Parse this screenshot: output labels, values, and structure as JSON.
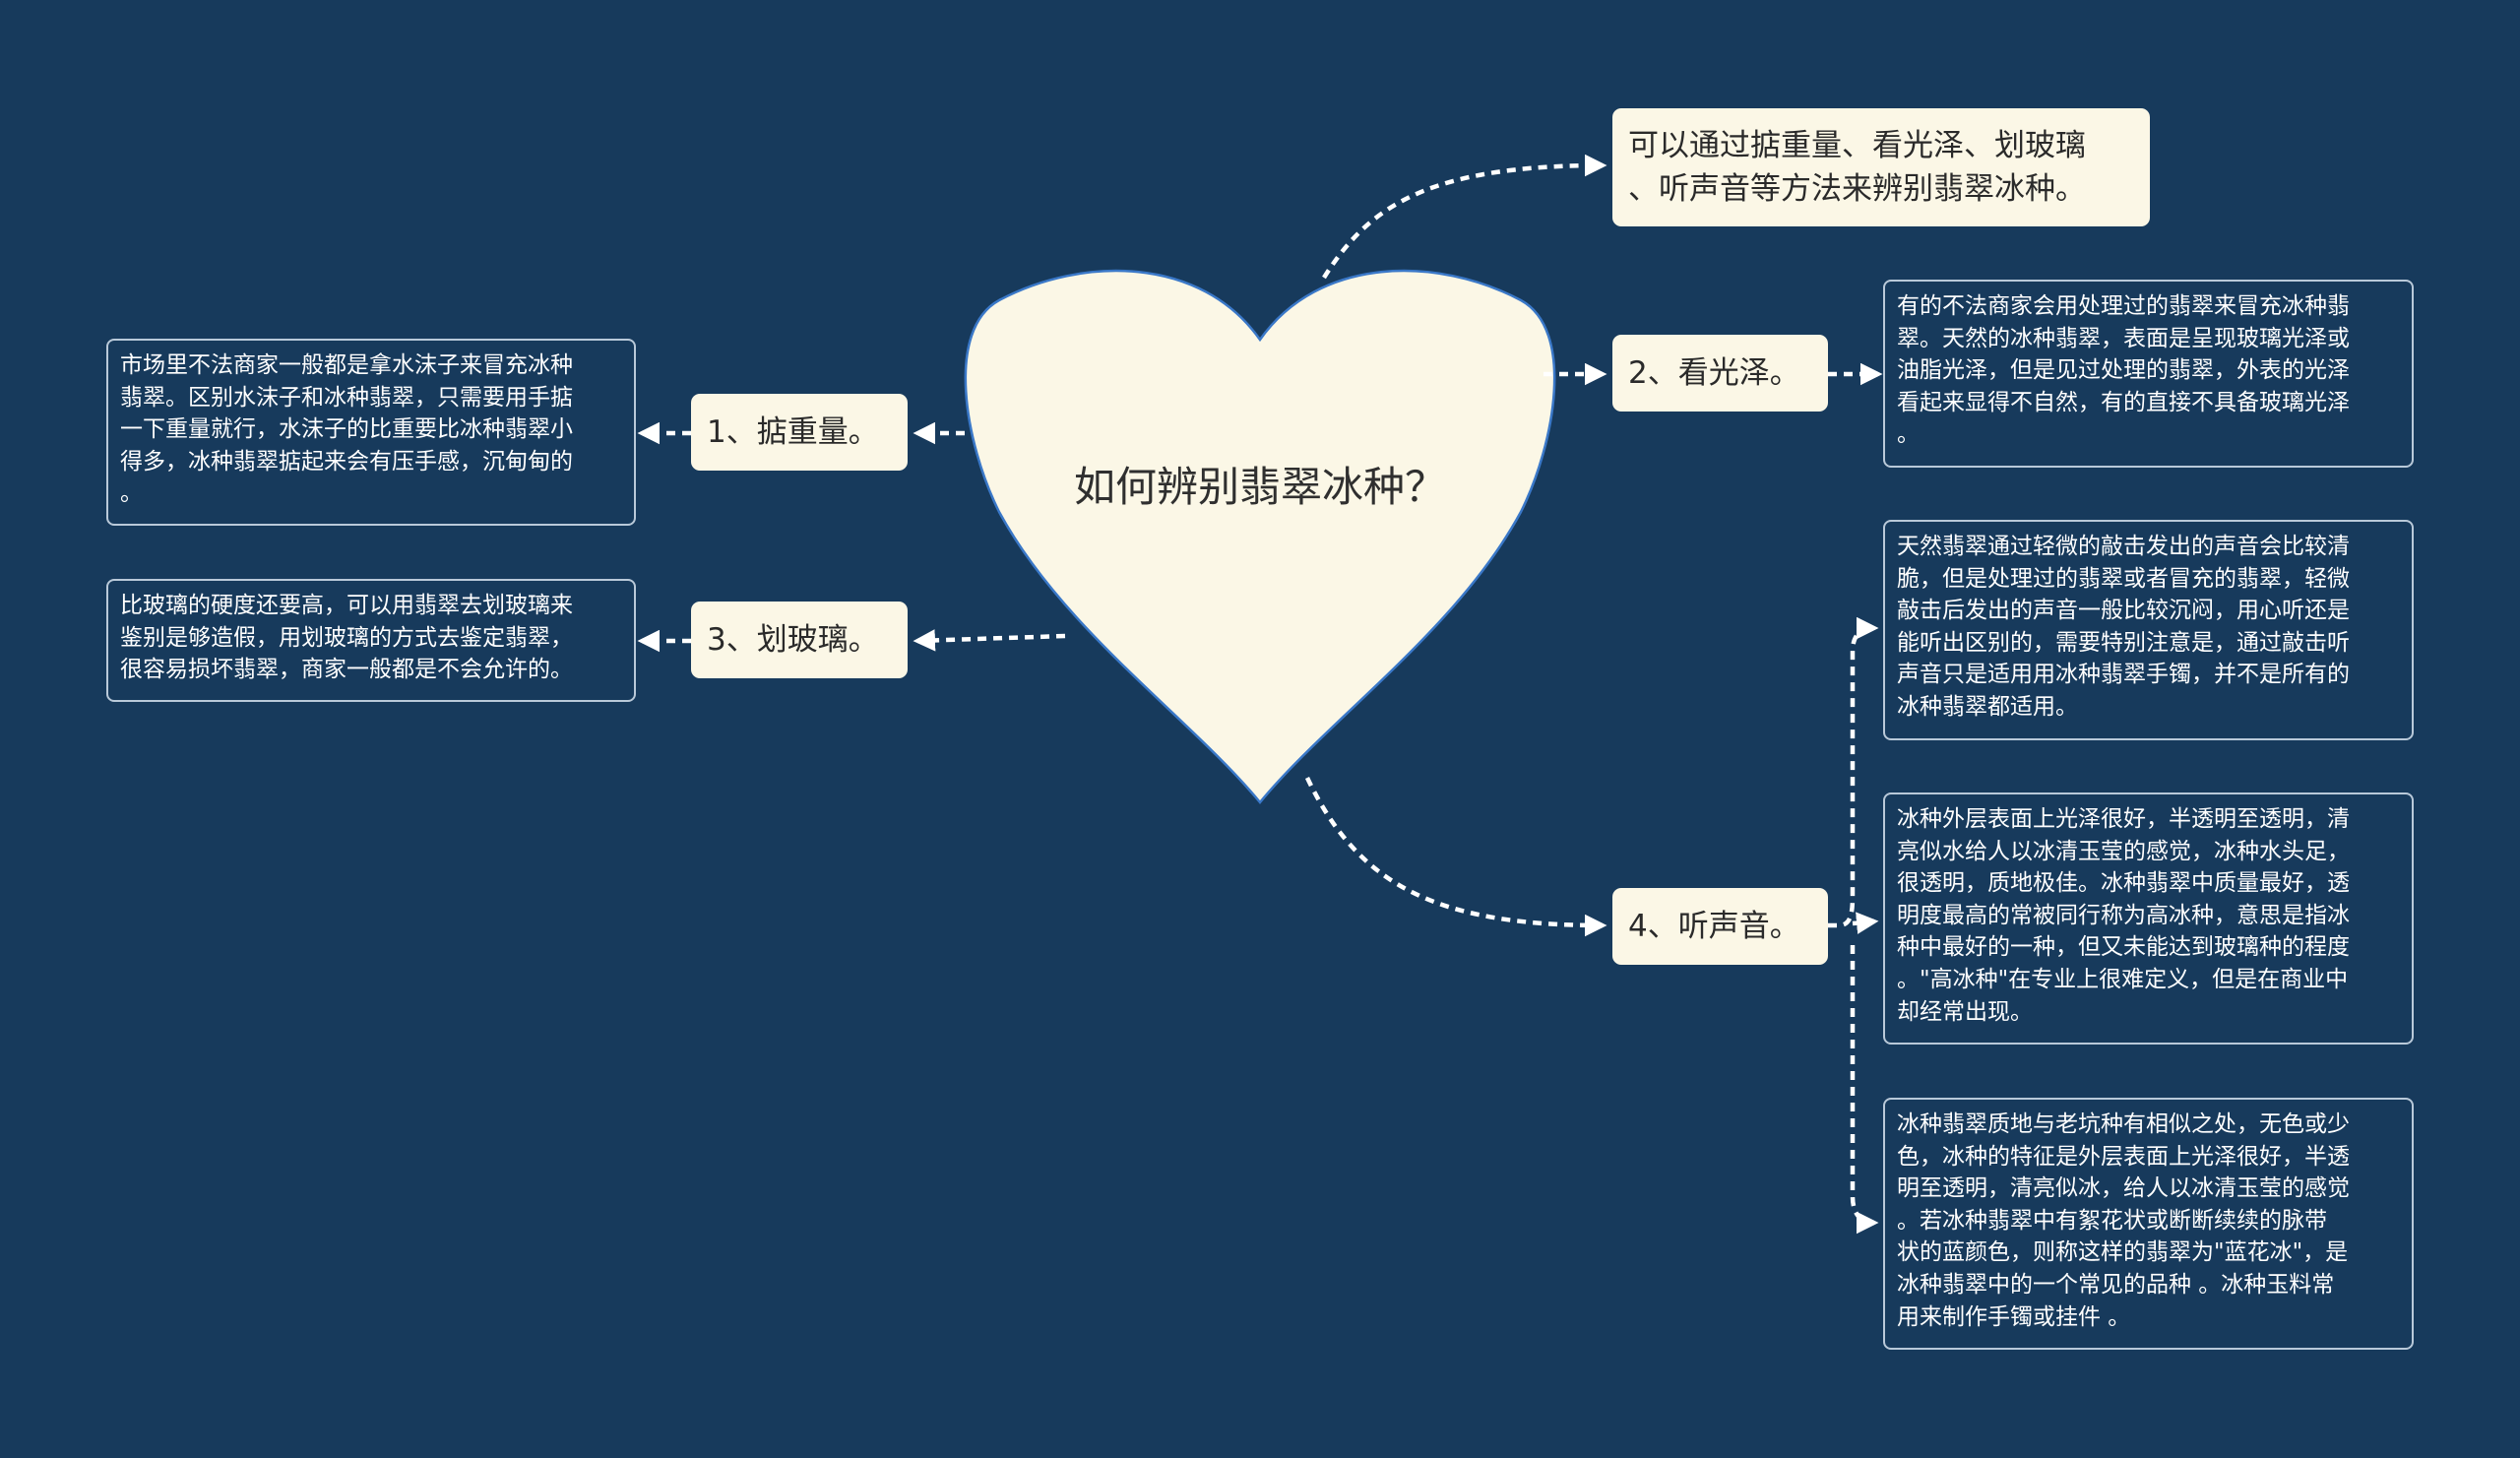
{
  "center": {
    "title": "如何辨别翡翠冰种？"
  },
  "summary": {
    "lines": [
      "可以通过掂重量、看光泽、划玻璃",
      "、听声音等方法来辨别翡翠冰种。"
    ]
  },
  "branches": [
    {
      "label": "1、掂重量。",
      "detail": [
        "市场里不法商家一般都是拿水沫子来冒充冰种",
        "翡翠。区别水沫子和冰种翡翠，只需要用手掂",
        "一下重量就行，水沫子的比重要比冰种翡翠小",
        "得多，冰种翡翠掂起来会有压手感，沉甸甸的",
        "。"
      ]
    },
    {
      "label": "2、看光泽。",
      "detail": [
        "有的不法商家会用处理过的翡翠来冒充冰种翡",
        "翠。天然的冰种翡翠，表面是呈现玻璃光泽或",
        "油脂光泽，但是见过处理的翡翠，外表的光泽",
        "看起来显得不自然，有的直接不具备玻璃光泽",
        "。"
      ]
    },
    {
      "label": "3、划玻璃。",
      "detail": [
        "比玻璃的硬度还要高，可以用翡翠去划玻璃来",
        "鉴别是够造假，用划玻璃的方式去鉴定翡翠，",
        "很容易损坏翡翠，商家一般都是不会允许的。"
      ]
    },
    {
      "label": "4、听声音。",
      "details": [
        [
          "天然翡翠通过轻微的敲击发出的声音会比较清",
          "脆，但是处理过的翡翠或者冒充的翡翠，轻微",
          "敲击后发出的声音一般比较沉闷，用心听还是",
          "能听出区别的，需要特别注意是，通过敲击听",
          "声音只是适用用冰种翡翠手镯，并不是所有的",
          "冰种翡翠都适用。"
        ],
        [
          "冰种外层表面上光泽很好，半透明至透明，清",
          "亮似水给人以冰清玉莹的感觉，冰种水头足，",
          "很透明，质地极佳。冰种翡翠中质量最好，透",
          "明度最高的常被同行称为高冰种，意思是指冰",
          "种中最好的一种，但又未能达到玻璃种的程度",
          "。\"高冰种\"在专业上很难定义，但是在商业中",
          "却经常出现。"
        ],
        [
          "冰种翡翠质地与老坑种有相似之处，无色或少",
          "色，冰种的特征是外层表面上光泽很好，半透",
          "明至透明，清亮似冰，给人以冰清玉莹的感觉",
          "。若冰种翡翠中有絮花状或断断续续的脉带",
          "状的蓝颜色，则称这样的翡翠为\"蓝花冰\"，是",
          "冰种翡翠中的一个常见的品种 。冰种玉料常",
          "用来制作手镯或挂件 。"
        ]
      ]
    }
  ],
  "colors": {
    "background": "#173a5c",
    "node_fill": "#fbf7e6",
    "heart_stroke": "#3a78c8",
    "connector": "#ffffff",
    "leaf_border": "#b9c9d9"
  }
}
